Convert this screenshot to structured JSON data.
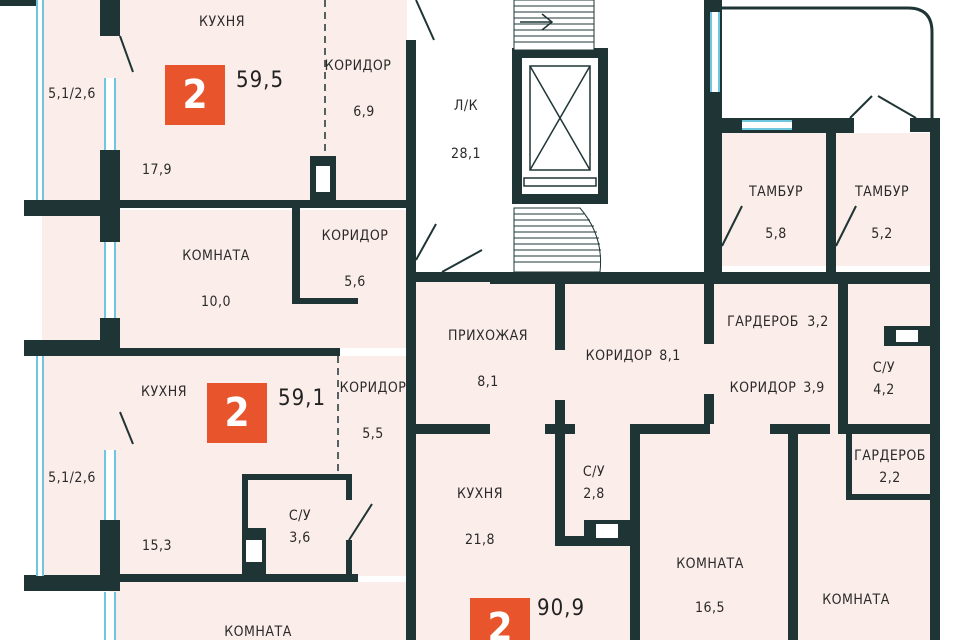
{
  "apartments": [
    {
      "rooms": "2",
      "area": "59,5"
    },
    {
      "rooms": "2",
      "area": "59,1"
    },
    {
      "rooms": "2",
      "area": "90,9"
    }
  ],
  "rooms": [
    {
      "name": "КУХНЯ"
    },
    {
      "name": "КОРИДОР",
      "area": "6,9"
    },
    {
      "name": "",
      "area": "5,1/2,6"
    },
    {
      "name": "",
      "area": "17,9"
    },
    {
      "name": "Л/К",
      "area": "28,1"
    },
    {
      "name": "ТАМБУР",
      "area": "5,8"
    },
    {
      "name": "ТАМБУР",
      "area": "5,2"
    },
    {
      "name": "КОМНАТА",
      "area": "10,0"
    },
    {
      "name": "КОРИДОР",
      "area": "5,6"
    },
    {
      "name": "КУХНЯ"
    },
    {
      "name": "КОРИДОР",
      "area": "5,5"
    },
    {
      "name": "",
      "area": "5,1/2,6"
    },
    {
      "name": "",
      "area": "15,3"
    },
    {
      "name": "С/У",
      "area": "3,6"
    },
    {
      "name": "КОМНАТА"
    },
    {
      "name": "ПРИХОЖАЯ",
      "area": "8,1"
    },
    {
      "name": "КОРИДОР",
      "area": "8,1"
    },
    {
      "name": "ГАРДЕРОБ",
      "area": "3,2"
    },
    {
      "name": "КОРИДОР",
      "area": "3,9"
    },
    {
      "name": "С/У",
      "area": "4,2"
    },
    {
      "name": "С/У",
      "area": "2,8"
    },
    {
      "name": "КУХНЯ",
      "area": "21,8"
    },
    {
      "name": "ГАРДЕРОБ",
      "area": "2,2"
    },
    {
      "name": "КОМНАТА",
      "area": "16,5"
    },
    {
      "name": "КОМНАТА"
    }
  ]
}
